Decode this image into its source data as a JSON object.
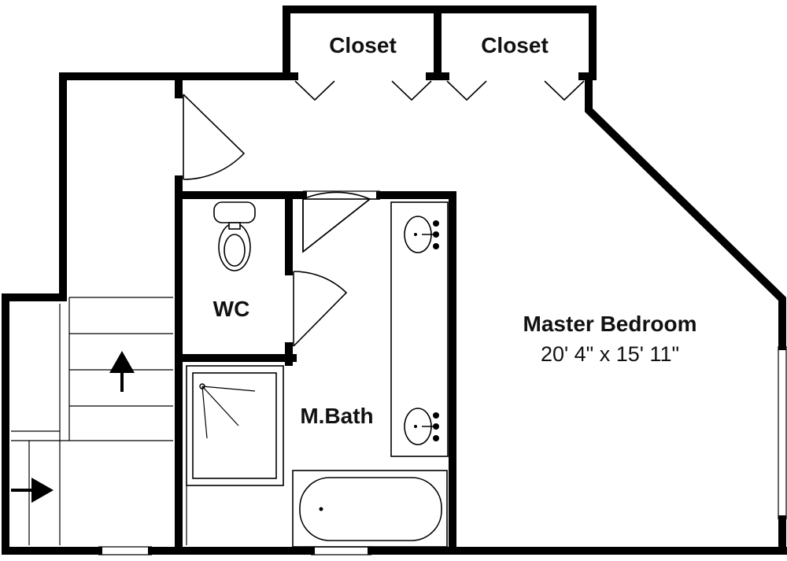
{
  "rooms": {
    "closet_left": "Closet",
    "closet_right": "Closet",
    "wc": "WC",
    "master_bath": "M.Bath",
    "master_bedroom": "Master Bedroom",
    "master_bedroom_dims": "20' 4\" x 15' 11\""
  },
  "icons": {
    "stair_arrow": "arrow-up-icon",
    "entry_arrow": "arrow-right-icon"
  },
  "colors": {
    "wall": "#000000",
    "background": "#ffffff"
  }
}
